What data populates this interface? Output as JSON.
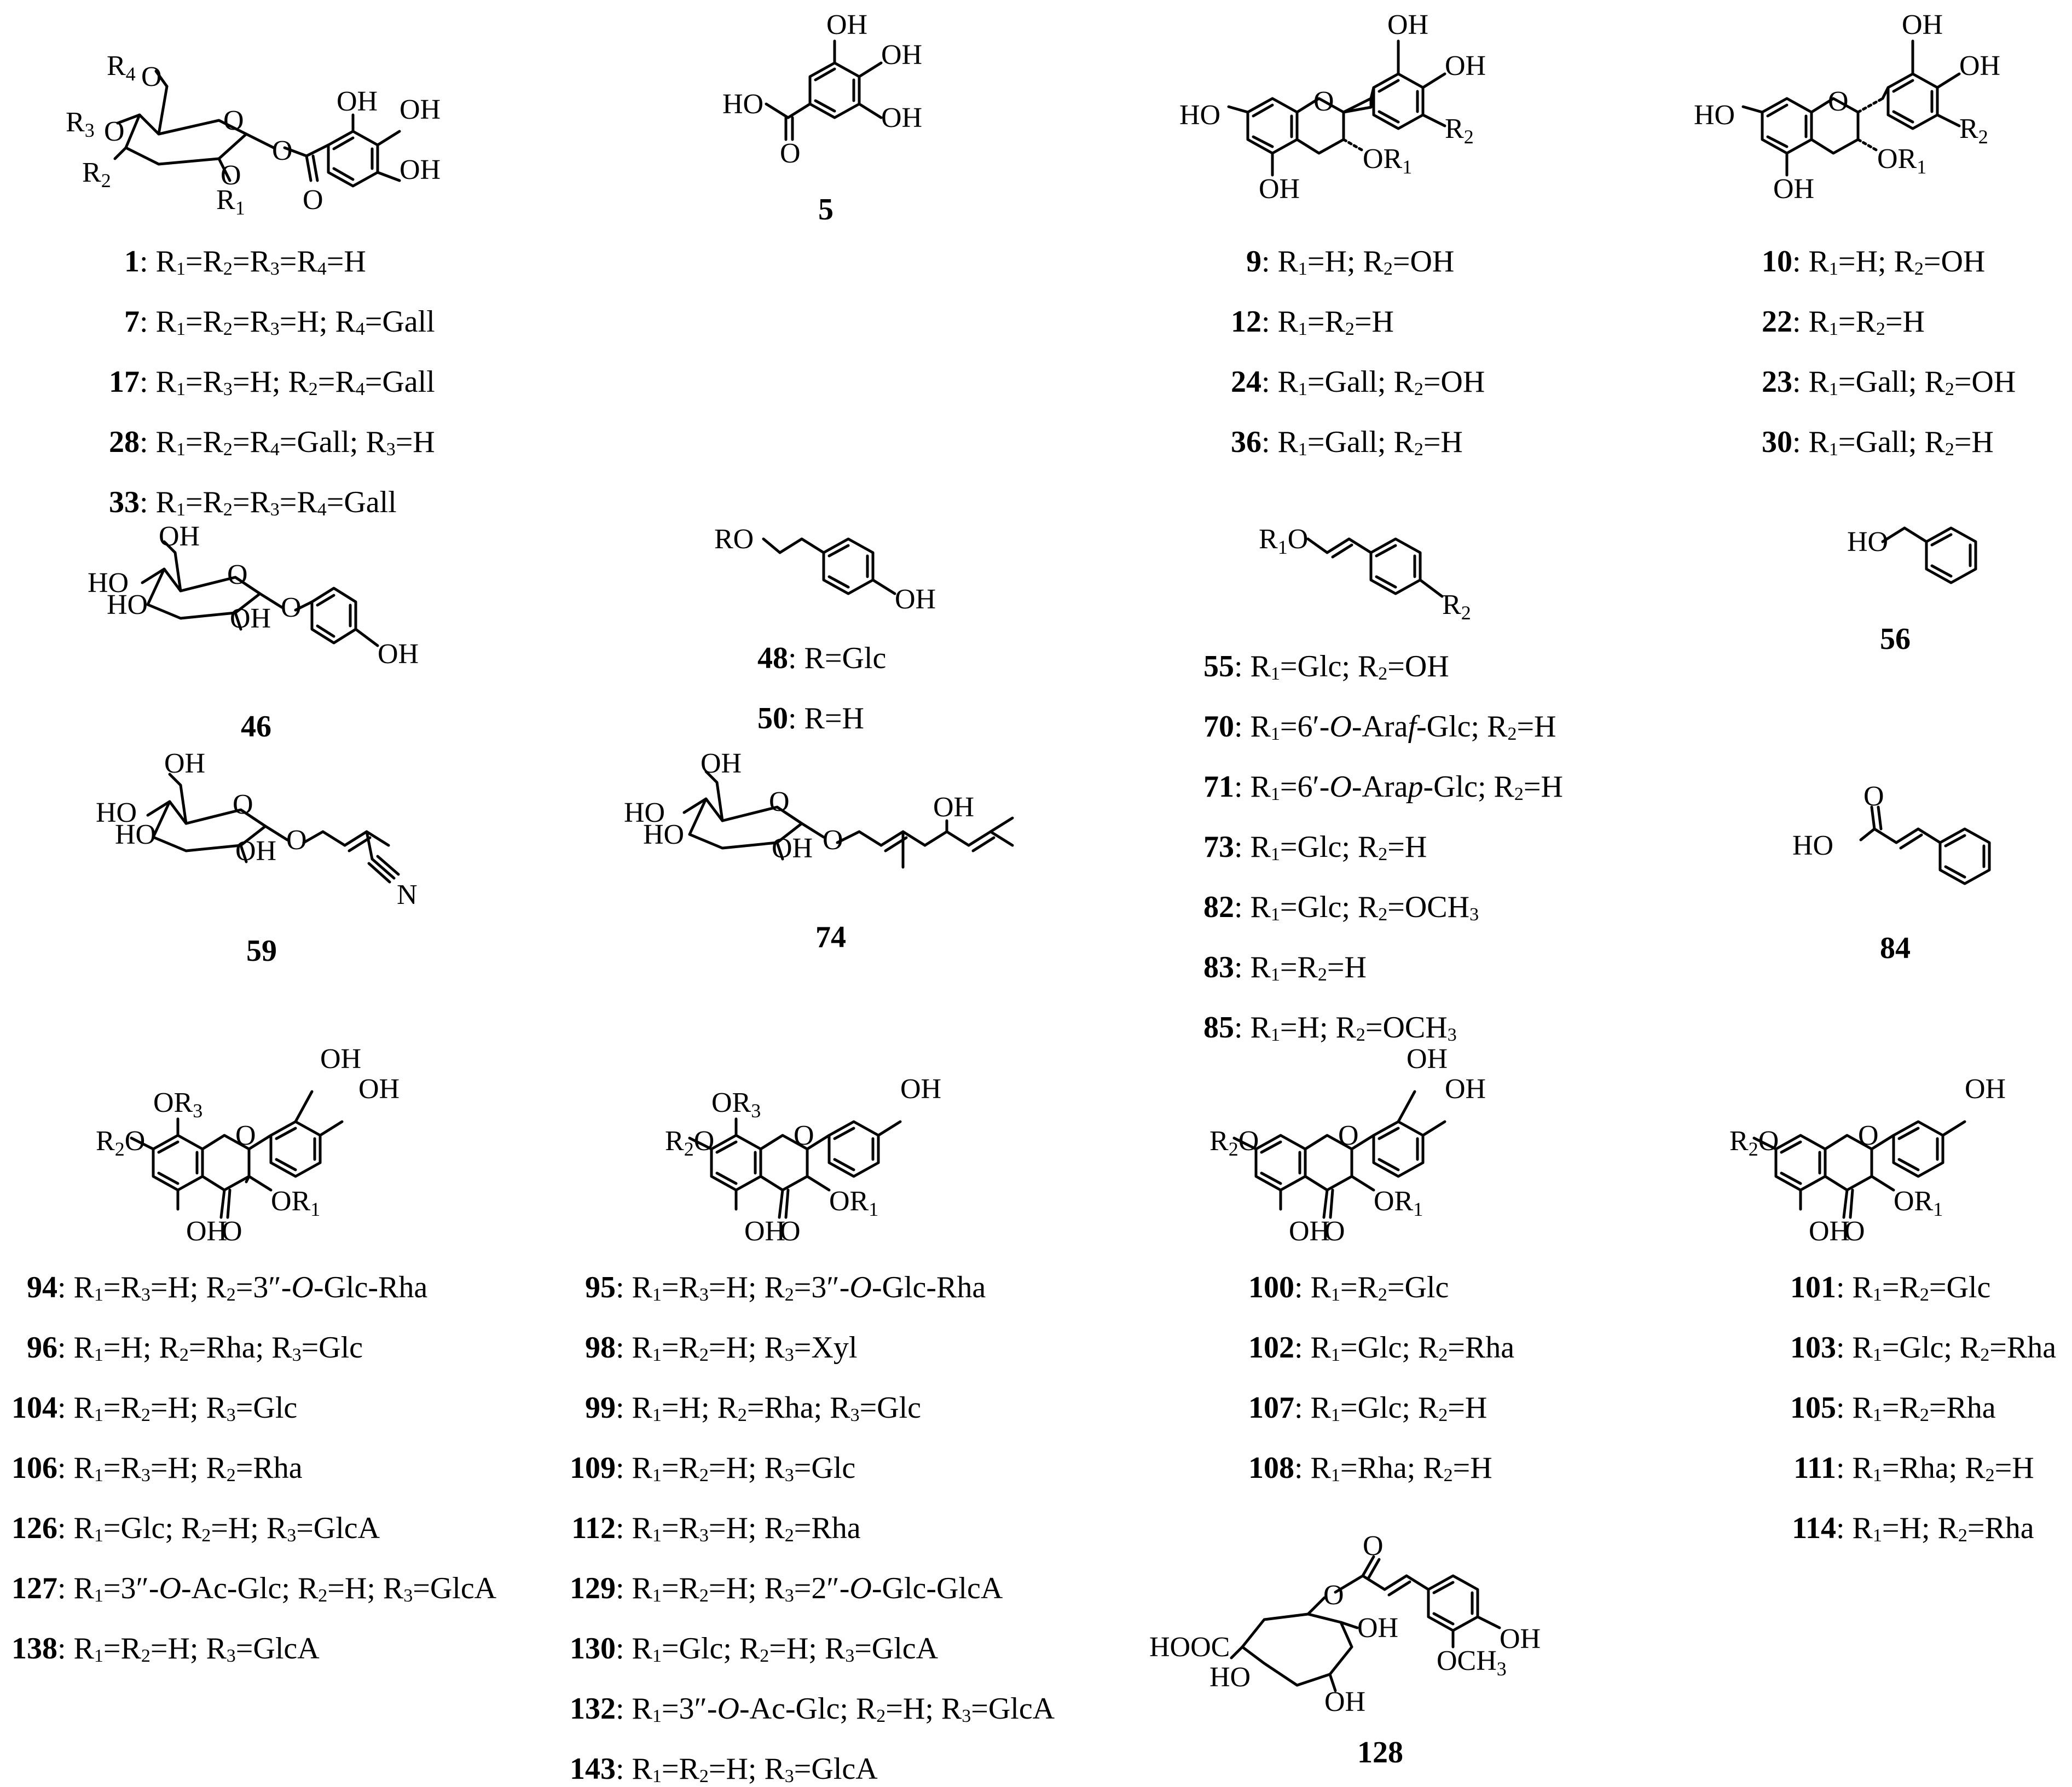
{
  "groups": [
    {
      "id": "galloyl-glucose",
      "atoms": [
        "R4",
        "O",
        "R3",
        "O",
        "R2",
        "O",
        "R1",
        "O",
        "O",
        "OH",
        "OH",
        "OH",
        "O"
      ],
      "entries": [
        {
          "num": "1",
          "text": ": R1=R2=R3=R4=H"
        },
        {
          "num": "7",
          "text": ": R1=R2=R3=H; R4=Gall"
        },
        {
          "num": "17",
          "text": ": R1=R3=H; R2=R4=Gall"
        },
        {
          "num": "28",
          "text": ": R1=R2=R4=Gall; R3=H"
        },
        {
          "num": "33",
          "text": ": R1=R2=R3=R4=Gall"
        }
      ]
    },
    {
      "id": "gallic-acid",
      "atoms": [
        "OH",
        "OH",
        "HO",
        "OH",
        "O"
      ],
      "entries": [
        {
          "num": "5",
          "text": ""
        }
      ]
    },
    {
      "id": "flavan-a",
      "atoms": [
        "OH",
        "OH",
        "HO",
        "R2",
        "OR1",
        "OH"
      ],
      "entries": [
        {
          "num": "9",
          "text": ": R1=H; R2=OH"
        },
        {
          "num": "12",
          "text": ": R1=R2=H"
        },
        {
          "num": "24",
          "text": ": R1=Gall; R2=OH"
        },
        {
          "num": "36",
          "text": ": R1=Gall; R2=H"
        }
      ]
    },
    {
      "id": "flavan-b",
      "atoms": [
        "OH",
        "OH",
        "HO",
        "R2",
        "OR1",
        "OH"
      ],
      "entries": [
        {
          "num": "10",
          "text": ": R1=H; R2=OH"
        },
        {
          "num": "22",
          "text": ": R1=R2=H"
        },
        {
          "num": "23",
          "text": ": R1=Gall; R2=OH"
        },
        {
          "num": "30",
          "text": ": R1=Gall; R2=H"
        }
      ]
    },
    {
      "id": "arbutin",
      "atoms": [
        "OH",
        "HO",
        "HO",
        "O",
        "OH",
        "O",
        "OH"
      ],
      "entries": [
        {
          "num": "46",
          "text": ""
        }
      ]
    },
    {
      "id": "tyrosol",
      "atoms": [
        "RO",
        "OH"
      ],
      "entries": [
        {
          "num": "48",
          "text": ": R=Glc"
        },
        {
          "num": "50",
          "text": ": R=H"
        }
      ]
    },
    {
      "id": "styryl",
      "atoms": [
        "R1O",
        "R2"
      ],
      "entries": [
        {
          "num": "55",
          "text": ": R1=Glc; R2=OH"
        },
        {
          "num": "70",
          "text": ": R1=6′-O-Araf-Glc; R2=H"
        },
        {
          "num": "71",
          "text": ": R1=6′-O-Arap-Glc; R2=H"
        },
        {
          "num": "73",
          "text": ": R1=Glc; R2=H"
        },
        {
          "num": "82",
          "text": ": R1=Glc; R2=OCH3"
        },
        {
          "num": "83",
          "text": ": R1=R2=H"
        },
        {
          "num": "85",
          "text": ": R1=H; R2=OCH3"
        }
      ]
    },
    {
      "id": "benzyl-alcohol",
      "atoms": [
        "HO"
      ],
      "entries": [
        {
          "num": "56",
          "text": ""
        }
      ]
    },
    {
      "id": "nitrile-glucoside",
      "atoms": [
        "OH",
        "HO",
        "HO",
        "O",
        "OH",
        "O",
        "N"
      ],
      "entries": [
        {
          "num": "59",
          "text": ""
        }
      ]
    },
    {
      "id": "terpene-glucoside",
      "atoms": [
        "OH",
        "HO",
        "HO",
        "O",
        "OH",
        "O",
        "OH"
      ],
      "entries": [
        {
          "num": "74",
          "text": ""
        }
      ]
    },
    {
      "id": "cinnamic-acid",
      "atoms": [
        "O",
        "HO"
      ],
      "entries": [
        {
          "num": "84",
          "text": ""
        }
      ]
    },
    {
      "id": "flavonol-8-quercetin",
      "atoms": [
        "OH",
        "OH",
        "OR3",
        "R2O",
        "O",
        "OR1",
        "OH",
        "O"
      ],
      "entries": [
        {
          "num": "94",
          "text": ": R1=R3=H; R2=3″-O-Glc-Rha"
        },
        {
          "num": "96",
          "text": ": R1=H; R2=Rha; R3=Glc"
        },
        {
          "num": "104",
          "text": ": R1=R2=H; R3=Glc"
        },
        {
          "num": "106",
          "text": ": R1=R3=H; R2=Rha"
        },
        {
          "num": "126",
          "text": ": R1=Glc; R2=H; R3=GlcA"
        },
        {
          "num": "127",
          "text": ": R1=3″-O-Ac-Glc; R2=H; R3=GlcA"
        },
        {
          "num": "138",
          "text": ": R1=R2=H; R3=GlcA"
        }
      ]
    },
    {
      "id": "flavonol-8-kaempferol",
      "atoms": [
        "OR3",
        "OH",
        "R2O",
        "O",
        "OR1",
        "OH",
        "O"
      ],
      "entries": [
        {
          "num": "95",
          "text": ": R1=R3=H; R2=3″-O-Glc-Rha"
        },
        {
          "num": "98",
          "text": ": R1=R2=H; R3=Xyl"
        },
        {
          "num": "99",
          "text": ": R1=H; R2=Rha; R3=Glc"
        },
        {
          "num": "109",
          "text": ": R1=R2=H; R3=Glc"
        },
        {
          "num": "112",
          "text": ": R1=R3=H; R2=Rha"
        },
        {
          "num": "129",
          "text": ": R1=R2=H; R3=2″-O-Glc-GlcA"
        },
        {
          "num": "130",
          "text": ": R1=Glc; R2=H; R3=GlcA"
        },
        {
          "num": "132",
          "text": ": R1=3″-O-Ac-Glc; R2=H; R3=GlcA"
        },
        {
          "num": "143",
          "text": ": R1=R2=H; R3=GlcA"
        }
      ]
    },
    {
      "id": "flavonol-quercetin",
      "atoms": [
        "OH",
        "OH",
        "R2O",
        "O",
        "OR1",
        "OH",
        "O"
      ],
      "entries": [
        {
          "num": "100",
          "text": ": R1=R2=Glc"
        },
        {
          "num": "102",
          "text": ": R1=Glc; R2=Rha"
        },
        {
          "num": "107",
          "text": ": R1=Glc; R2=H"
        },
        {
          "num": "108",
          "text": ": R1=Rha; R2=H"
        }
      ]
    },
    {
      "id": "flavonol-kaempferol",
      "atoms": [
        "OH",
        "R2O",
        "O",
        "OR1",
        "OH",
        "O"
      ],
      "entries": [
        {
          "num": "101",
          "text": ": R1=R2=Glc"
        },
        {
          "num": "103",
          "text": ": R1=Glc; R2=Rha"
        },
        {
          "num": "105",
          "text": ": R1=R2=Rha"
        },
        {
          "num": "111",
          "text": ": R1=Rha; R2=H"
        },
        {
          "num": "114",
          "text": ": R1=H; R2=Rha"
        }
      ]
    },
    {
      "id": "quinic-ester",
      "atoms": [
        "O",
        "HOOC",
        "O",
        "OH",
        "HO",
        "OH",
        "OH",
        "OCH3"
      ],
      "entries": [
        {
          "num": "128",
          "text": ""
        }
      ]
    }
  ]
}
